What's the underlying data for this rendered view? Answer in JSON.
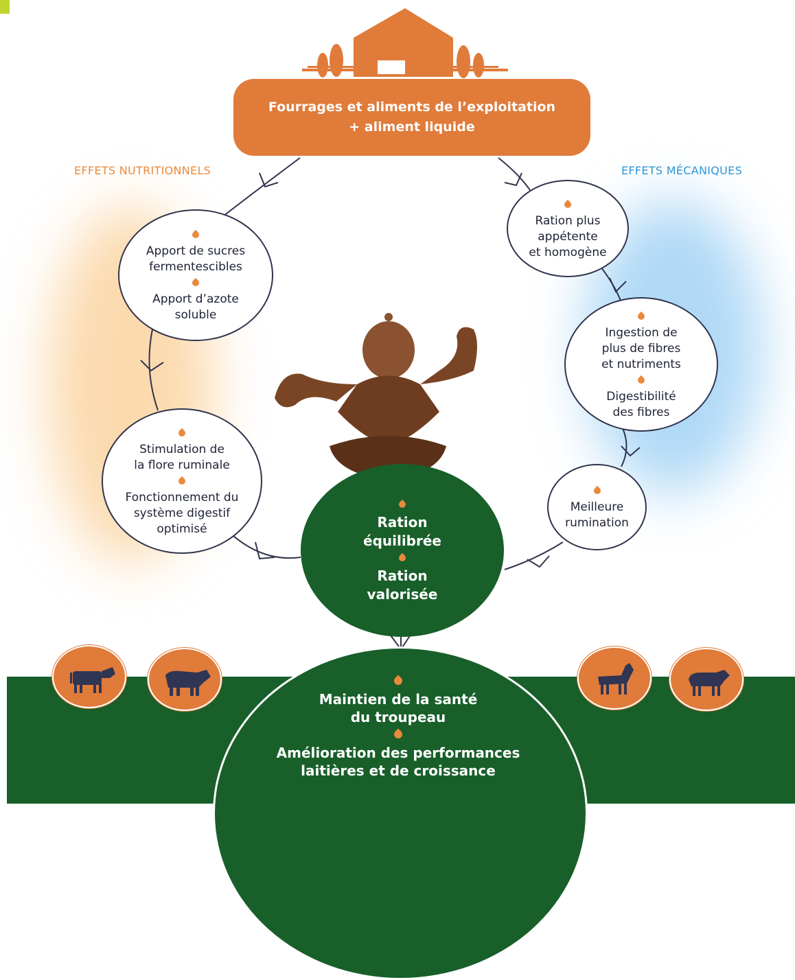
{
  "farm_banner": {
    "line1": "Fourrages et aliments de l’exploitation",
    "line2": "+ aliment liquide"
  },
  "left_section_title": "EFFETS NUTRITIONNELS",
  "right_section_title": "EFFETS MÉCANIQUES",
  "left_bubbles": [
    {
      "items": [
        {
          "lines": [
            "Apport de sucres",
            "fermentescibles"
          ]
        },
        {
          "lines": [
            "Apport d’azote",
            "soluble"
          ]
        }
      ]
    },
    {
      "items": [
        {
          "lines": [
            "Stimulation de",
            "la flore ruminale"
          ]
        },
        {
          "lines": [
            "Fonctionnement du",
            "système digestif",
            "optimisé"
          ]
        }
      ]
    }
  ],
  "right_bubbles": [
    {
      "items": [
        {
          "lines": [
            "Ration plus",
            "appétente",
            "et homogène"
          ]
        }
      ]
    },
    {
      "items": [
        {
          "lines": [
            "Ingestion de",
            "plus de fibres",
            "et nutriments"
          ]
        },
        {
          "lines": [
            "Digestibilité",
            "des fibres"
          ]
        }
      ]
    },
    {
      "items": [
        {
          "lines": [
            "Meilleure",
            "rumination"
          ]
        }
      ]
    }
  ],
  "center": {
    "item1": [
      "Ration",
      "équilibrée"
    ],
    "item2": [
      "Ration",
      "valorisée"
    ]
  },
  "outcome": {
    "item1": [
      "Maintien de la santé",
      "du troupeau"
    ],
    "item2": [
      "Amélioration des performances",
      "laitières et de croissance"
    ]
  },
  "animals": [
    "dairy-cow-icon",
    "beef-cow-icon",
    "goat-icon",
    "sheep-icon"
  ],
  "colors": {
    "orange": "#e07b3a",
    "dark_green": "#185f2a",
    "navy": "#30344c",
    "blue_accent": "#2f95d6",
    "lime": "#c2d52f"
  }
}
